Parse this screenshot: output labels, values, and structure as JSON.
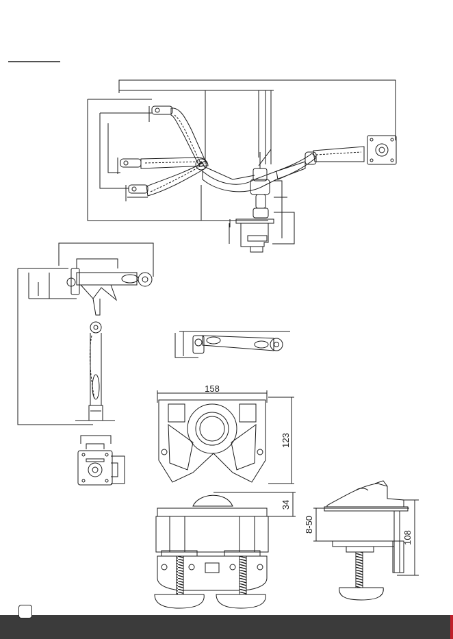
{
  "drawing": {
    "line_color": "#1a1a1a",
    "footer_color": "#3b3b3b",
    "accent_color": "#c0202a"
  },
  "base_top_view": {
    "width_label": "158",
    "depth_label": "123"
  },
  "clamp_front_view": {
    "height_label": "34"
  },
  "clamp_side_view": {
    "range_label": "8-50",
    "height_label": "108"
  },
  "footer": {
    "page_badge_icon": "page-number-box-icon"
  }
}
